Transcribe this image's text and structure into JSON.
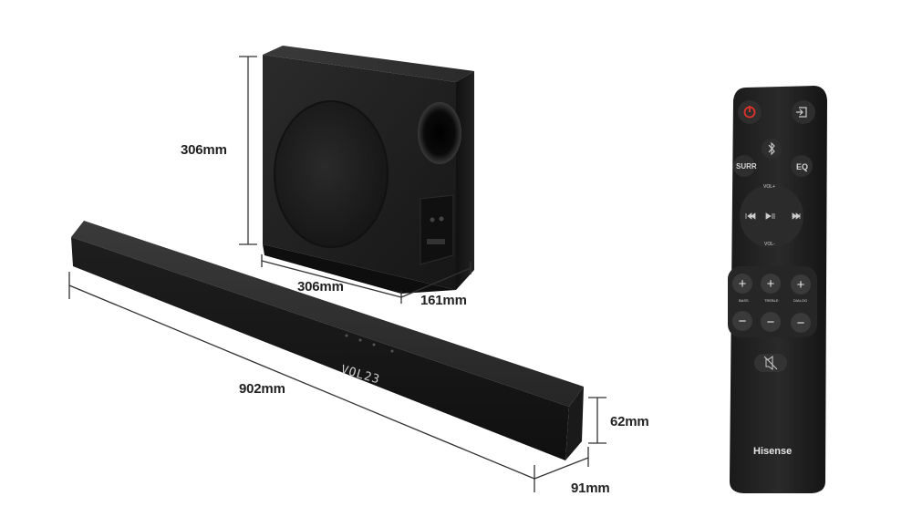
{
  "dimensions": {
    "subwoofer_height": "306mm",
    "subwoofer_width": "306mm",
    "subwoofer_depth": "161mm",
    "soundbar_width": "902mm",
    "soundbar_height": "62mm",
    "soundbar_depth": "91mm"
  },
  "soundbar": {
    "display_text": "VOL23"
  },
  "remote": {
    "brand": "Hisense",
    "surr_label": "SURR",
    "eq_label": "EQ",
    "vol_up_label": "VOL+",
    "vol_down_label": "VOL-",
    "bass_label": "BASS",
    "treble_label": "TREBLE",
    "dialog_label": "DIALOG",
    "plus_glyph": "+",
    "minus_glyph": "−"
  },
  "colors": {
    "background": "#ffffff",
    "device_body": "#1c1c1c",
    "power_red": "#e0322b",
    "dimension_line": "#333333"
  },
  "icons": [
    "power-icon",
    "input-icon",
    "bluetooth-icon",
    "previous-icon",
    "play-pause-icon",
    "next-icon",
    "mute-icon"
  ]
}
